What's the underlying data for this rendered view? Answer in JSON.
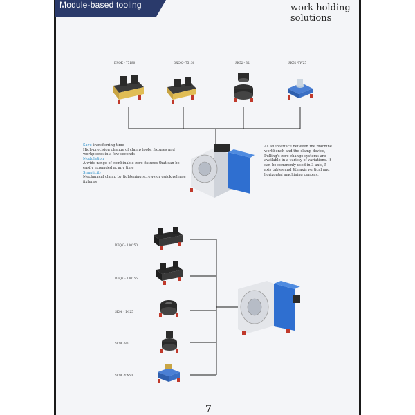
{
  "header": {
    "banner_title": "Module-based tooling",
    "title_line1": "work-holding",
    "title_line2": "solutions"
  },
  "top_products": [
    {
      "label": "DXQK - 75180"
    },
    {
      "label": "DXQK - 75150"
    },
    {
      "label": "SK52 - 32"
    },
    {
      "label": "SK52 -YW25"
    }
  ],
  "features": [
    {
      "highlight": "Save",
      "text": " transferring time"
    },
    {
      "text": "High-precision change of clamp tools, fixtures and workpieces in a few seconds"
    },
    {
      "highlight": "Modulation"
    },
    {
      "text": "A wide range of combinable zero fixtures that can be easily expanded at any time"
    },
    {
      "highlight": "Simplicity"
    },
    {
      "text": "Mechanical clamp by tightening screws or quick-release fixtures"
    }
  ],
  "description": "As an interface between the machine workbench and the clamp device, Pulling's zero change systems are available in a variety of variations. It can be commonly used in 3-axis, 5-axis tables and 4th axis vertical and horizontal machining centers.",
  "bottom_products": [
    {
      "label": "DXQK - 130250"
    },
    {
      "label": "DXQK - 130155"
    },
    {
      "label": "SK96 - D125"
    },
    {
      "label": "SK96 -80"
    },
    {
      "label": "SK96 -YW50"
    }
  ],
  "page_number": "7",
  "colors": {
    "banner": "#2a3a6b",
    "highlight": "#2b8fc9",
    "divider": "#f2a24a",
    "brass": "#c9a544",
    "blue": "#3a6fc4"
  }
}
